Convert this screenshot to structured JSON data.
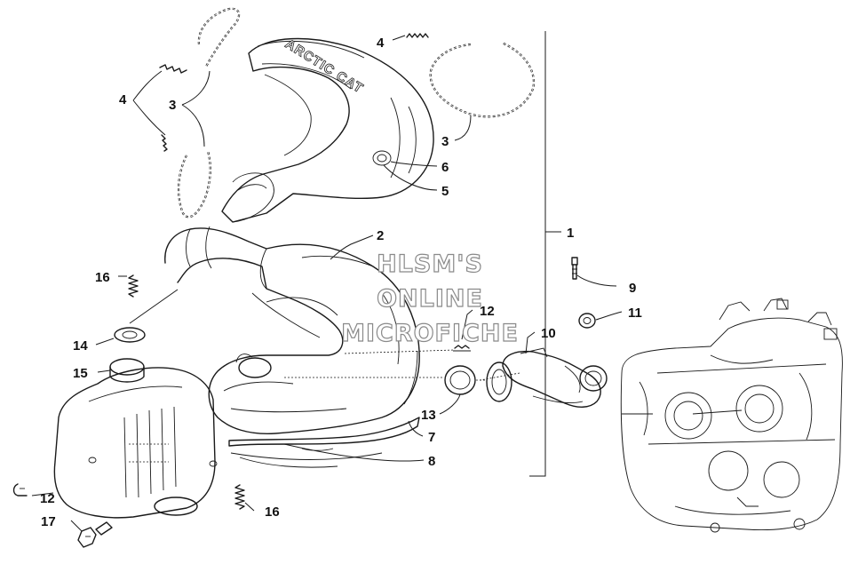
{
  "watermark": {
    "line1": "HLSM'S",
    "line2": "ONLINE",
    "line3": "MICROFICHE"
  },
  "cover_logo": "ARCTIC CAT",
  "callouts": {
    "c1": "1",
    "c2": "2",
    "c3a": "3",
    "c3b": "3",
    "c4a": "4",
    "c4b": "4",
    "c5": "5",
    "c6": "6",
    "c7": "7",
    "c8": "8",
    "c9": "9",
    "c10": "10",
    "c11": "11",
    "c12a": "12",
    "c12b": "12",
    "c13": "13",
    "c14": "14",
    "c15": "15",
    "c16a": "16",
    "c16b": "16",
    "c17": "17"
  }
}
